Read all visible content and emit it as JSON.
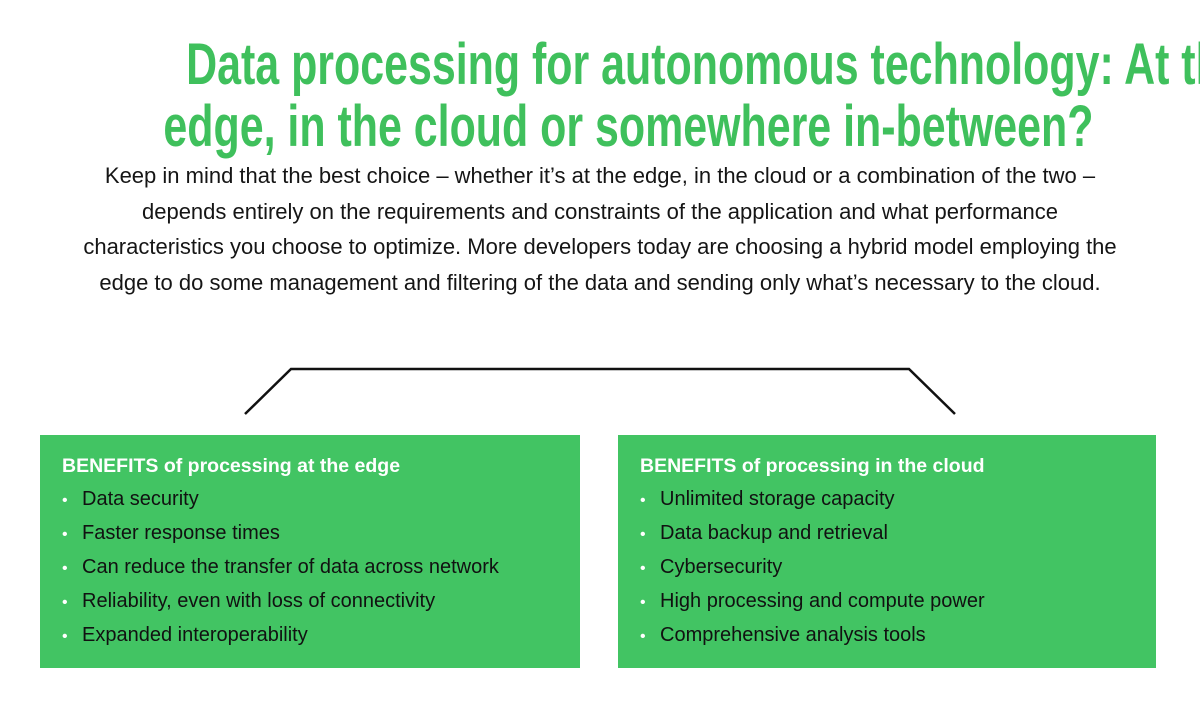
{
  "title": {
    "line1": "Data processing for autonomous technology: At the",
    "line2": "edge, in the cloud or somewhere in-between?"
  },
  "intro": "Keep in mind that the best choice – whether it’s at the edge, in the cloud or a combination of the two – depends entirely on the requirements and constraints of the application and what performance characteristics you choose to optimize. More developers today are choosing a hybrid model employing the edge to do some management and filtering of the data and sending only what’s necessary to the cloud.",
  "colors": {
    "accent": "#42c463",
    "title": "#3fc05c"
  },
  "edge": {
    "heading": "BENEFITS of processing at the edge",
    "items": [
      "Data security",
      "Faster response times",
      "Can reduce the transfer of data across network",
      "Reliability, even with loss of connectivity",
      "Expanded interoperability"
    ]
  },
  "cloud": {
    "heading": "BENEFITS of processing in the cloud",
    "items": [
      "Unlimited storage capacity",
      "Data backup and retrieval",
      "Cybersecurity",
      "High processing and compute power",
      "Comprehensive analysis tools"
    ]
  }
}
